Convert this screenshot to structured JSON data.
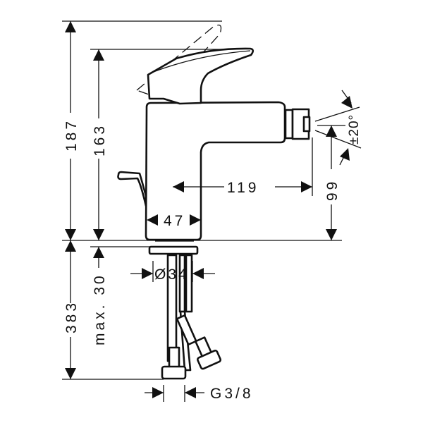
{
  "dimensions": {
    "overall_height": "187",
    "lever_height": "163",
    "spout_reach": "119",
    "body_width": "47",
    "spout_height": "99",
    "swivel_angle": "±20°",
    "hose_length": "383",
    "counter_thickness": "max. 30",
    "hole_diameter": "Ø34",
    "connection_thread": "G3/8"
  },
  "colors": {
    "line": "#111111",
    "background": "#ffffff"
  }
}
